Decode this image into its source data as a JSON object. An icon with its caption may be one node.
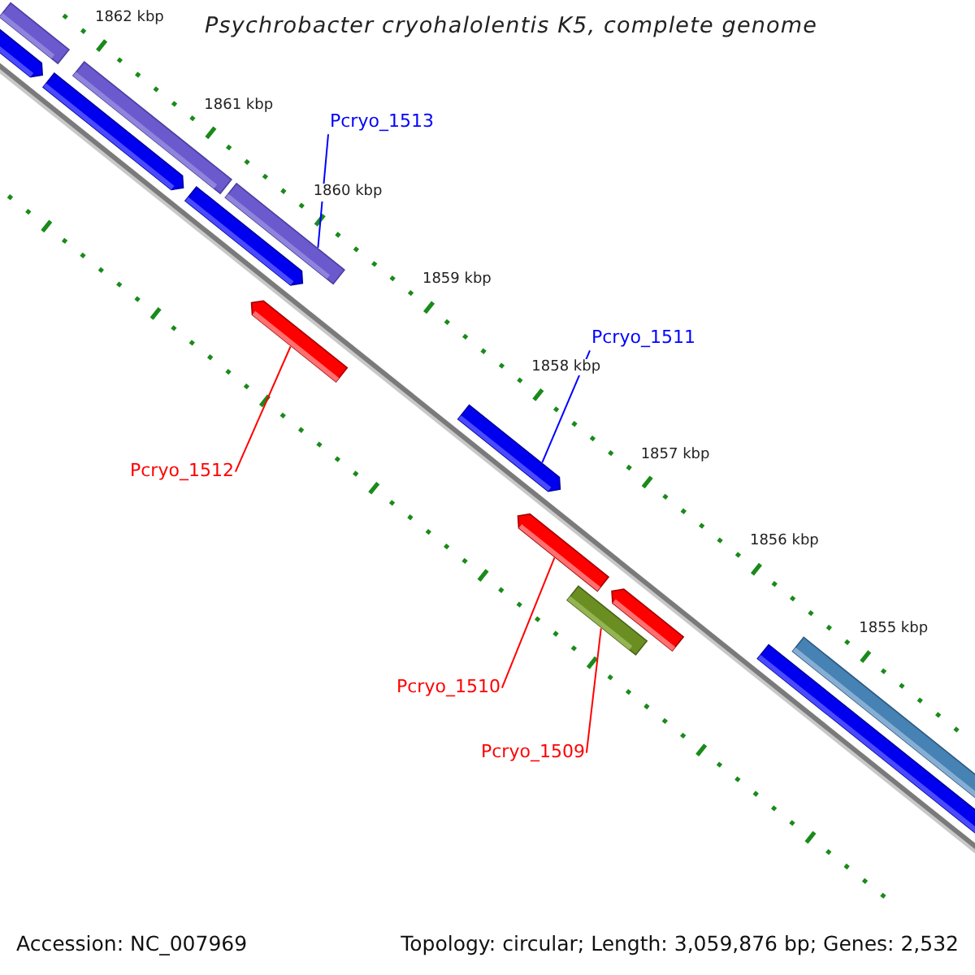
{
  "diagram": {
    "title": "Psychrobacter cryohalolentis K5, complete genome",
    "nodes": [
      {
        "text": [
          "Pcryo_1513"
        ]
      },
      {
        "text": [
          "Pcryo_1511"
        ]
      },
      {
        "text": [
          "Pcryo_1512"
        ]
      },
      {
        "text": [
          "Pcryo_1510"
        ]
      },
      {
        "text": [
          "Pcryo_1509"
        ]
      },
      {
        "text": [],
        "shape": "bar"
      },
      {
        "text": [],
        "shape": "bar"
      },
      {
        "text": [],
        "shape": "bar"
      },
      {
        "text": [],
        "shape": "bar"
      },
      {
        "text": [],
        "shape": "bar"
      },
      {
        "text": [],
        "shape": "bar"
      },
      {
        "text": [],
        "shape": "bar"
      },
      {
        "text": [],
        "shape": "bar"
      },
      {
        "text": [],
        "shape": "bar"
      },
      {
        "text": [],
        "shape": "bar"
      },
      {
        "text": [],
        "shape": "bar"
      },
      {
        "text": [],
        "shape": "bar"
      },
      {
        "text": [],
        "shape": "bar"
      }
    ],
    "edges": [
      {
        "from": 0,
        "to": 9,
        "arrow": "none",
        "color": "#0000ff"
      },
      {
        "from": 1,
        "to": 12,
        "arrow": "none",
        "color": "#0000ff"
      },
      {
        "from": 2,
        "to": 11,
        "arrow": "none",
        "color": "#ff0000"
      },
      {
        "from": 3,
        "to": 13,
        "arrow": "none",
        "color": "#ff0000"
      },
      {
        "from": 4,
        "to": 14,
        "arrow": "none",
        "color": "#ff0000"
      }
    ],
    "labels": [
      "1862 kbp",
      "1861 kbp",
      "1860 kbp",
      "1859 kbp",
      "1858 kbp",
      "1857 kbp",
      "1856 kbp",
      "1855 kbp",
      "Accession: NC_007969",
      "Topology: circular; Length: 3,059,876 bp; Genes: 2,532"
    ]
  }
}
